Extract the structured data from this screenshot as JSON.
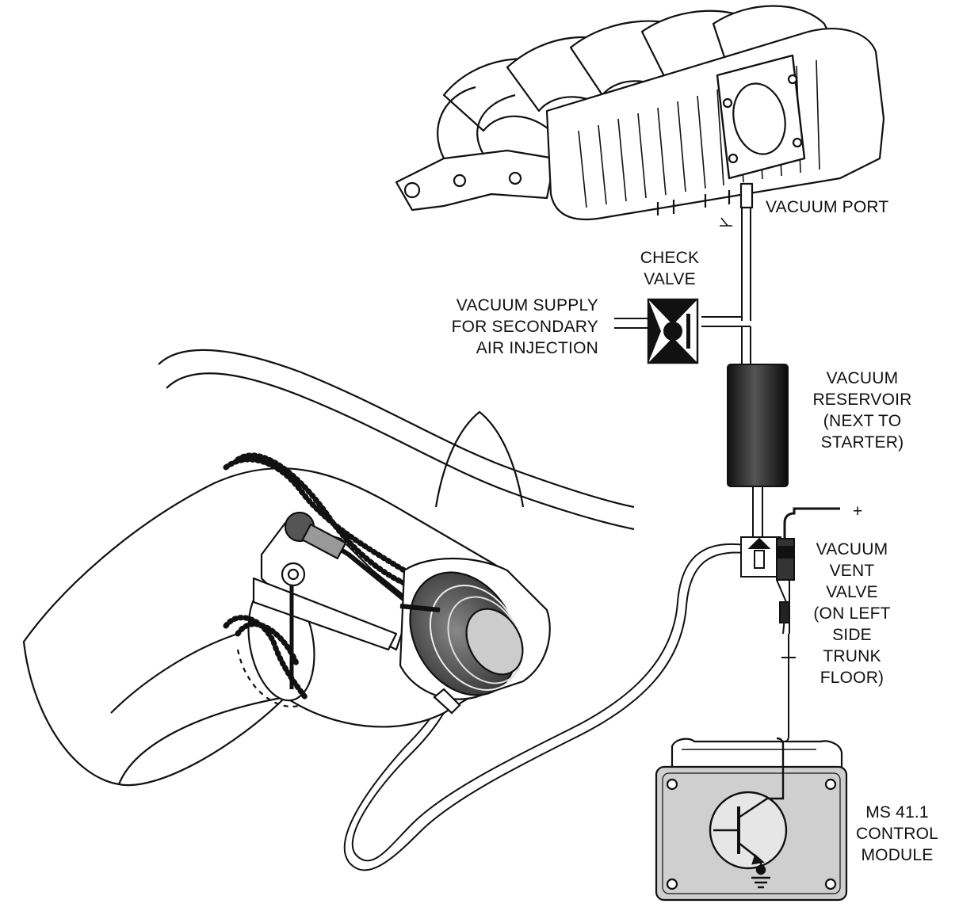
{
  "colors": {
    "ink": "#111111",
    "reservoir": "#222222",
    "module_fill": "#cfcfcf",
    "bellows": "#555555",
    "paper": "#ffffff"
  },
  "labels": {
    "vacuum_port": "VACUUM PORT",
    "check_valve": [
      "CHECK",
      "VALVE"
    ],
    "vacuum_supply": [
      "VACUUM SUPPLY",
      "FOR SECONDARY",
      "AIR INJECTION"
    ],
    "vacuum_reservoir": [
      "VACUUM",
      "RESERVOIR",
      "(NEXT TO",
      "STARTER)"
    ],
    "plus_terminal": "+",
    "vacuum_vent_valve": [
      "VACUUM",
      "VENT",
      "VALVE",
      "(ON LEFT",
      "SIDE",
      "TRUNK",
      "FLOOR)"
    ],
    "control_module": [
      "MS 41.1",
      "CONTROL",
      "MODULE"
    ]
  },
  "icons": {
    "check_valve": "check-valve-symbol",
    "transistor": "npn-transistor-symbol",
    "ground": "ground-symbol"
  }
}
